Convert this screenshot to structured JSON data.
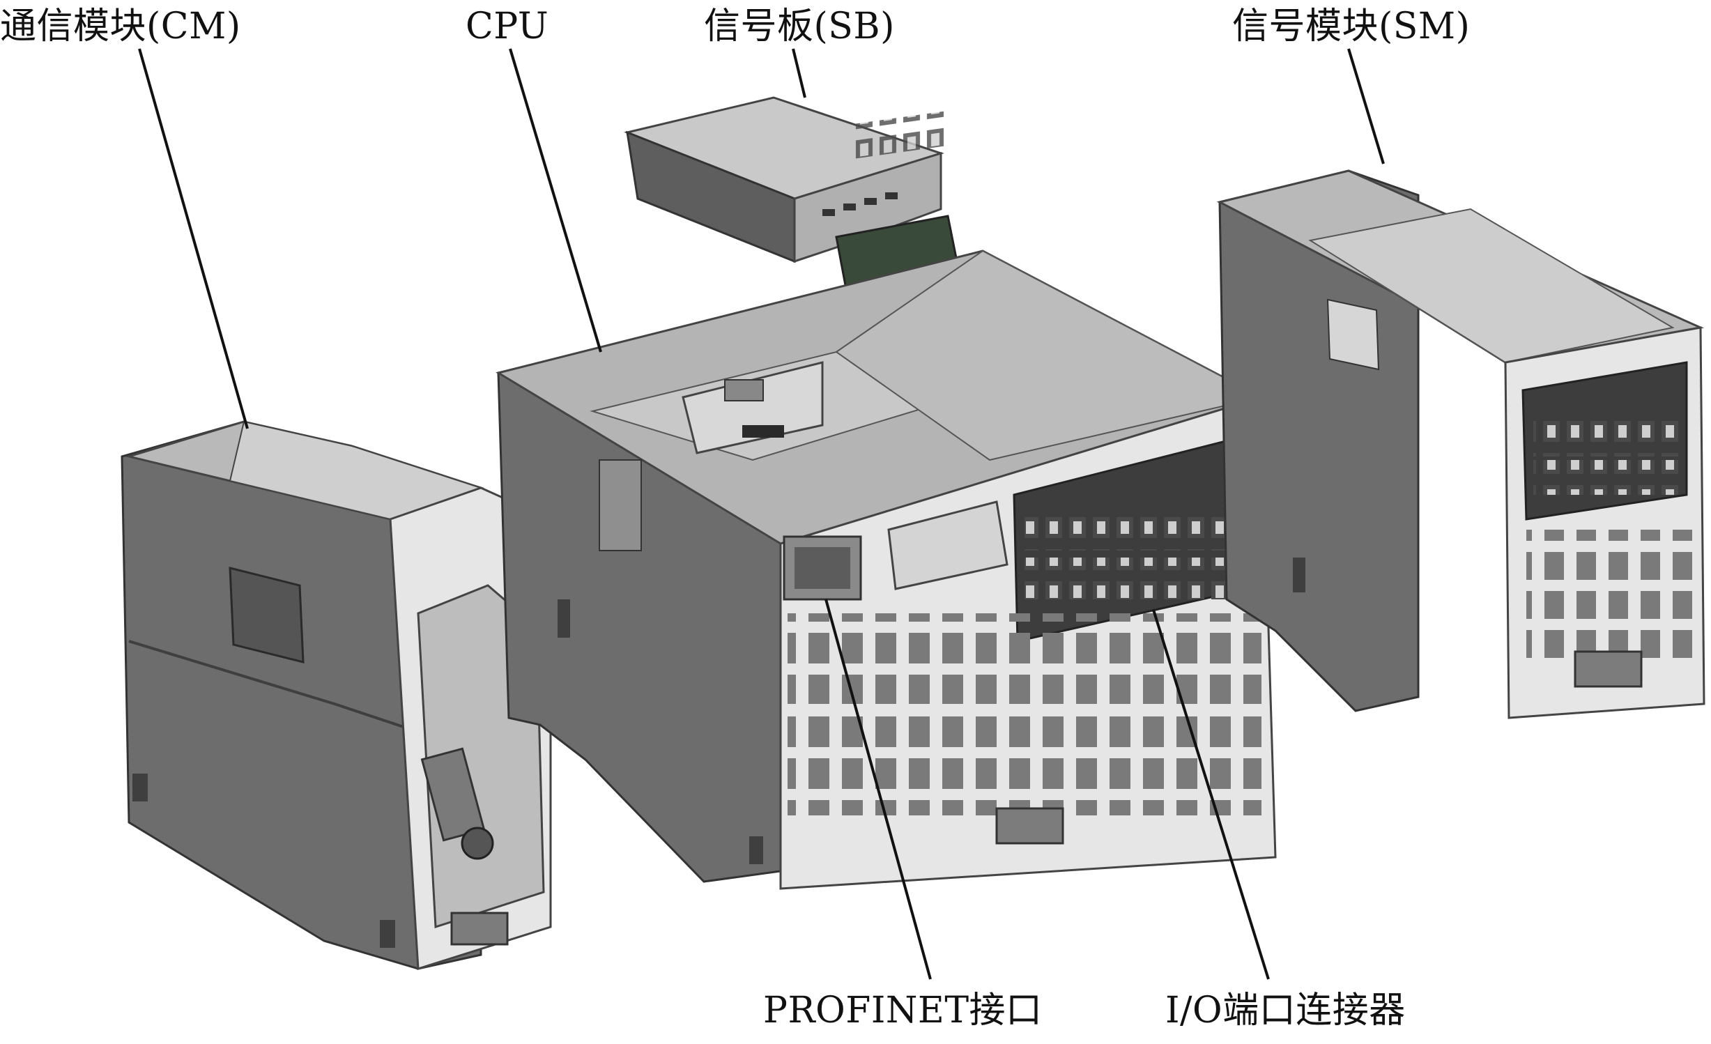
{
  "labels": {
    "cm": "通信模块(CM)",
    "cpu": "CPU",
    "sb": "信号板(SB)",
    "sm": "信号模块(SM)",
    "profinet": "PROFINET接口",
    "io": "I/O端口连接器"
  },
  "colors": {
    "background": "#ffffff",
    "body_dark": "#6d6d6d",
    "body_mid": "#8c8c8c",
    "body_light": "#b9b9b9",
    "panel_light": "#d8d8d8",
    "panel_white": "#ececec",
    "connector_green": "#3a4a3a",
    "leader_line": "#111111"
  }
}
